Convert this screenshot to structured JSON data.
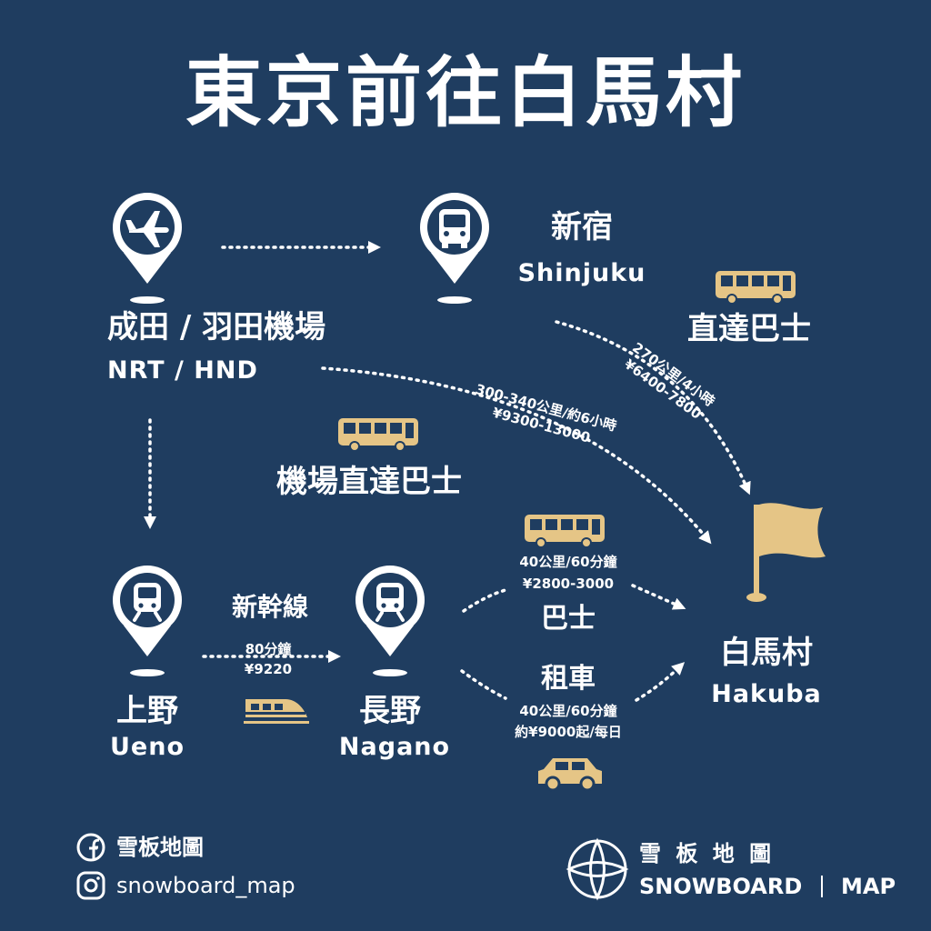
{
  "title": "東京前往白馬村",
  "airport": {
    "name": "成田 / 羽田機場",
    "code": "NRT / HND"
  },
  "shinjuku": {
    "name": "新宿",
    "en": "Shinjuku"
  },
  "ueno": {
    "name": "上野",
    "en": "Ueno"
  },
  "nagano": {
    "name": "長野",
    "en": "Nagano"
  },
  "hakuba": {
    "name": "白馬村",
    "en": "Hakuba"
  },
  "routes": {
    "shinjuku_bus": {
      "label": "直達巴士",
      "info1": "270公里/4小時",
      "info2": "¥6400-7800"
    },
    "airport_bus": {
      "label": "機場直達巴士",
      "info1": "300-340公里/約6小時",
      "info2": "¥9300-13000"
    },
    "shinkansen": {
      "label": "新幹線",
      "info1": "80分鐘",
      "info2": "¥9220"
    },
    "nagano_bus": {
      "label": "巴士",
      "info1": "40公里/60分鐘",
      "info2": "¥2800-3000"
    },
    "rental_car": {
      "label": "租車",
      "info1": "40公里/60分鐘",
      "info2": "約¥9000起/每日"
    }
  },
  "footer": {
    "facebook": "雪板地圖",
    "instagram": "snowboard_map",
    "brand_zh": "雪 板 地 圖",
    "brand_en_left": "SNOWBOARD",
    "brand_en_right": "MAP"
  },
  "colors": {
    "background": "#1f3d60",
    "accent": "#e5c586",
    "text": "#ffffff"
  },
  "icons": [
    "airplane-icon",
    "bus-stop-icon",
    "train-icon",
    "bus-icon",
    "bullet-train-icon",
    "car-icon",
    "flag-icon",
    "facebook-icon",
    "instagram-icon",
    "snowboard-map-logo-icon"
  ]
}
